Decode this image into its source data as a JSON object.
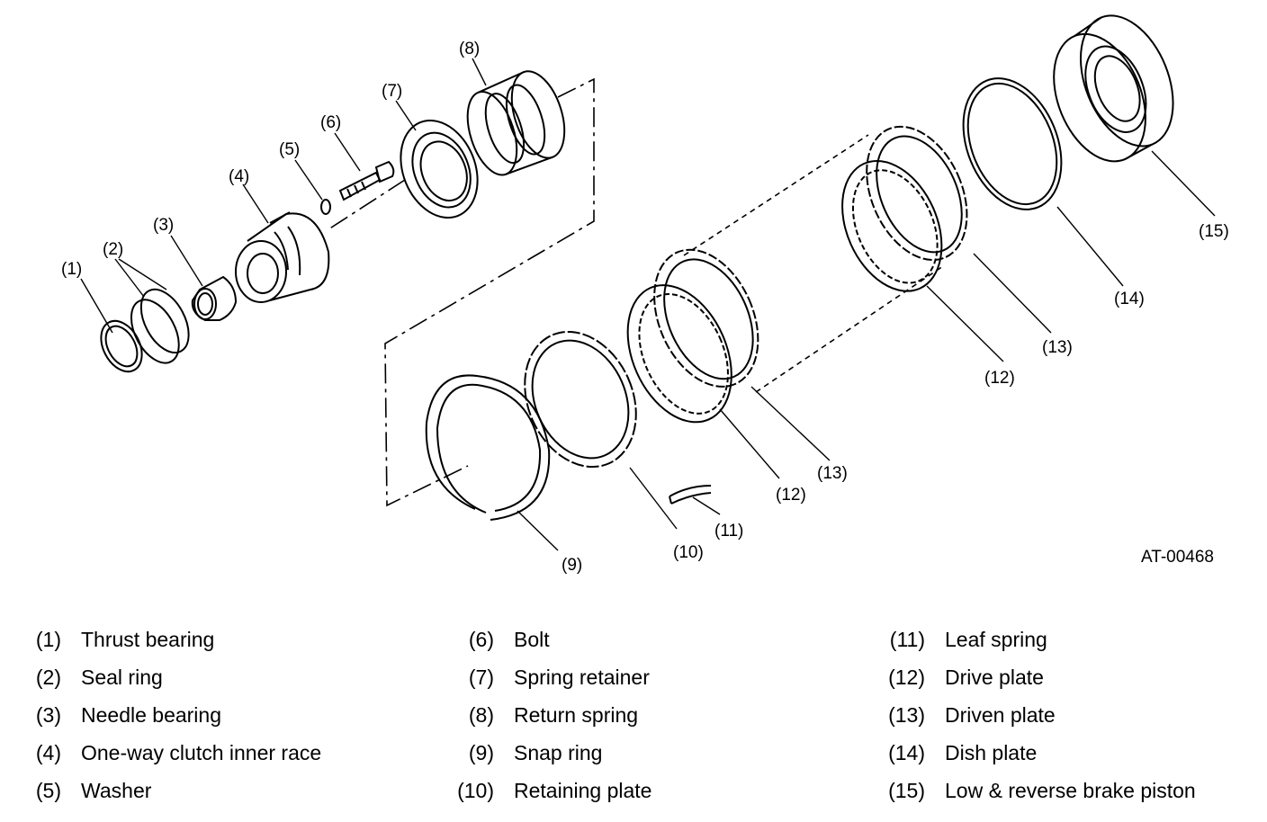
{
  "figure_code": "AT-00468",
  "callouts": [
    "(1)",
    "(2)",
    "(3)",
    "(4)",
    "(5)",
    "(6)",
    "(7)",
    "(8)",
    "(9)",
    "(10)",
    "(11)",
    "(12)",
    "(13)",
    "(14)",
    "(15)"
  ],
  "legend": {
    "columns": [
      [
        {
          "num": "(1)",
          "label": "Thrust bearing"
        },
        {
          "num": "(2)",
          "label": "Seal ring"
        },
        {
          "num": "(3)",
          "label": "Needle bearing"
        },
        {
          "num": "(4)",
          "label": "One-way clutch inner race"
        },
        {
          "num": "(5)",
          "label": "Washer"
        }
      ],
      [
        {
          "num": "(6)",
          "label": "Bolt"
        },
        {
          "num": "(7)",
          "label": "Spring retainer"
        },
        {
          "num": "(8)",
          "label": "Return spring"
        },
        {
          "num": "(9)",
          "label": "Snap ring"
        },
        {
          "num": "(10)",
          "label": "Retaining plate"
        }
      ],
      [
        {
          "num": "(11)",
          "label": "Leaf spring"
        },
        {
          "num": "(12)",
          "label": "Drive plate"
        },
        {
          "num": "(13)",
          "label": "Driven plate"
        },
        {
          "num": "(14)",
          "label": "Dish plate"
        },
        {
          "num": "(15)",
          "label": "Low & reverse brake piston"
        }
      ]
    ]
  }
}
